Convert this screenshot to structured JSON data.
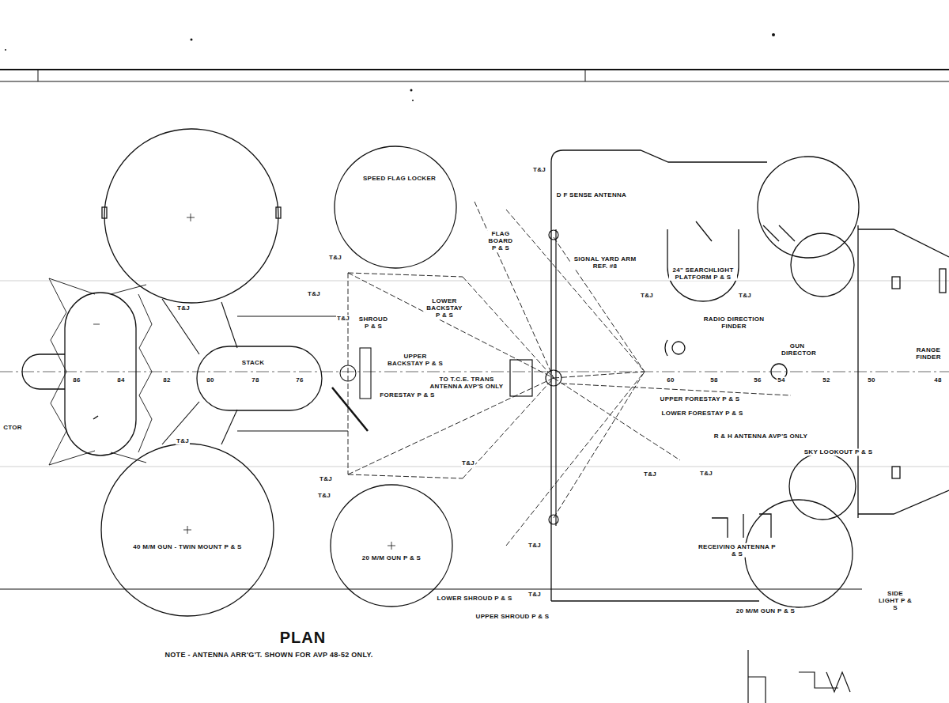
{
  "diagram": {
    "title": "PLAN",
    "caption": "NOTE - ANTENNA ARR'G'T. SHOWN FOR AVP 48-52 ONLY.",
    "nodes": [
      {
        "text": [
          "SPEED FLAG LOCKER"
        ]
      },
      {
        "text": [
          "STACK"
        ]
      },
      {
        "text": [
          "24\" SEARCHLIGHT PLATFORM P & S"
        ]
      },
      {
        "text": [
          "40 M/M GUN - TWIN MOUNT P & S"
        ]
      },
      {
        "text": [
          "20 M/M GUN P & S"
        ]
      }
    ],
    "labels": [
      "D F SENSE ANTENNA",
      "FLAG BOARD P & S",
      "SIGNAL YARD ARM REF. #8",
      "LOWER BACKSTAY P & S",
      "SHROUD P & S",
      "UPPER BACKSTAY P & S",
      "TO T.C.E. TRANS ANTENNA AVP'S ONLY",
      "FORESTAY P & S",
      "RADIO DIRECTION FINDER",
      "GUN DIRECTOR",
      "RANGE FINDER",
      "UPPER FORESTAY P & S",
      "LOWER FORESTAY P & S",
      "R & H ANTENNA AVP'S ONLY",
      "SKY LOOKOUT P & S",
      "RECEIVING ANTENNA P & S",
      "SIDE LIGHT P & S",
      "20 M/M GUN P & S",
      "LOWER SHROUD P & S",
      "UPPER SHROUD P & S",
      "CTOR",
      "T&J",
      "T&J",
      "T&J",
      "T&J",
      "T&J",
      "T&J",
      "T&J",
      "T&J",
      "T&J",
      "T&J",
      "T&J",
      "T&J",
      "T&J",
      "T&J",
      "T&J",
      "86",
      "84",
      "82",
      "80",
      "78",
      "76",
      "60",
      "58",
      "56",
      "54",
      "52",
      "50",
      "48"
    ]
  }
}
